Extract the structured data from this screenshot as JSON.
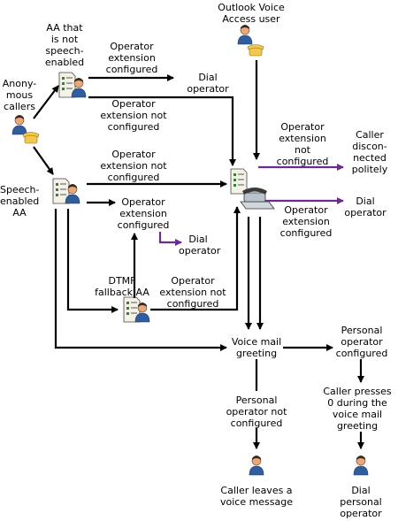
{
  "labels": {
    "outlook_user": "Outlook Voice\nAccess user",
    "aa_not_speech": "AA that\nis not\nspeech-\nenabled",
    "anonymous": "Anony-\nmous\ncallers",
    "op_ext_conf_top": "Operator\nextension\nconfigured",
    "dial_op_top": "Dial\noperator",
    "op_ext_not_conf_1": "Operator\nextension not\nconfigured",
    "op_ext_not_conf_2": "Operator\nextension not\nconfigured",
    "op_ext_not_conf_right": "Operator\nextension\nnot\nconfigured",
    "caller_disconnected": "Caller\ndiscon-\nnected\npolitely",
    "speech_aa": "Speech-\nenabled\nAA",
    "op_ext_conf_mid": "Operator\nextension\nconfigured",
    "dial_op_mid": "Dial\noperator",
    "op_ext_conf_right": "Operator\nextension\nconfigured",
    "dial_op_right": "Dial\noperator",
    "dtmf": "DTMF\nfallback AA",
    "op_ext_not_conf_dtmf": "Operator\nextension not\nconfigured",
    "vm_greeting": "Voice mail\ngreeting",
    "personal_op_conf": "Personal\noperator\nconfigured",
    "personal_op_not_conf": "Personal\noperator not\nconfigured",
    "caller_presses": "Caller presses\n0 during the\nvoice mail\ngreeting",
    "leave_msg": "Caller leaves a\nvoice message",
    "dial_personal": "Dial\npersonal\noperator"
  },
  "colors": {
    "arrow": "#000000",
    "purple_arrow": "#6b2c8f",
    "person_skin": "#e9a77a",
    "person_body": "#2f5d9e",
    "phone": "#f2c94c",
    "doc": "#f4f1e6"
  }
}
